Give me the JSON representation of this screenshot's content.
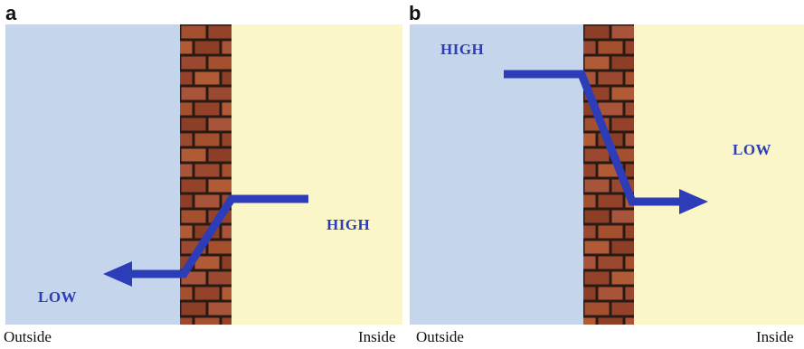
{
  "colors": {
    "outside": "#c5d6ec",
    "inside": "#faf6c8",
    "arrow": "#2d3db8",
    "brick": "#9c4a2c",
    "mortar": "#2a1a14"
  },
  "panels": [
    {
      "letter": "a",
      "high_label": "HIGH",
      "low_label": "LOW",
      "outside_label": "Outside",
      "inside_label": "Inside"
    },
    {
      "letter": "b",
      "high_label": "HIGH",
      "low_label": "LOW",
      "outside_label": "Outside",
      "inside_label": "Inside"
    }
  ]
}
